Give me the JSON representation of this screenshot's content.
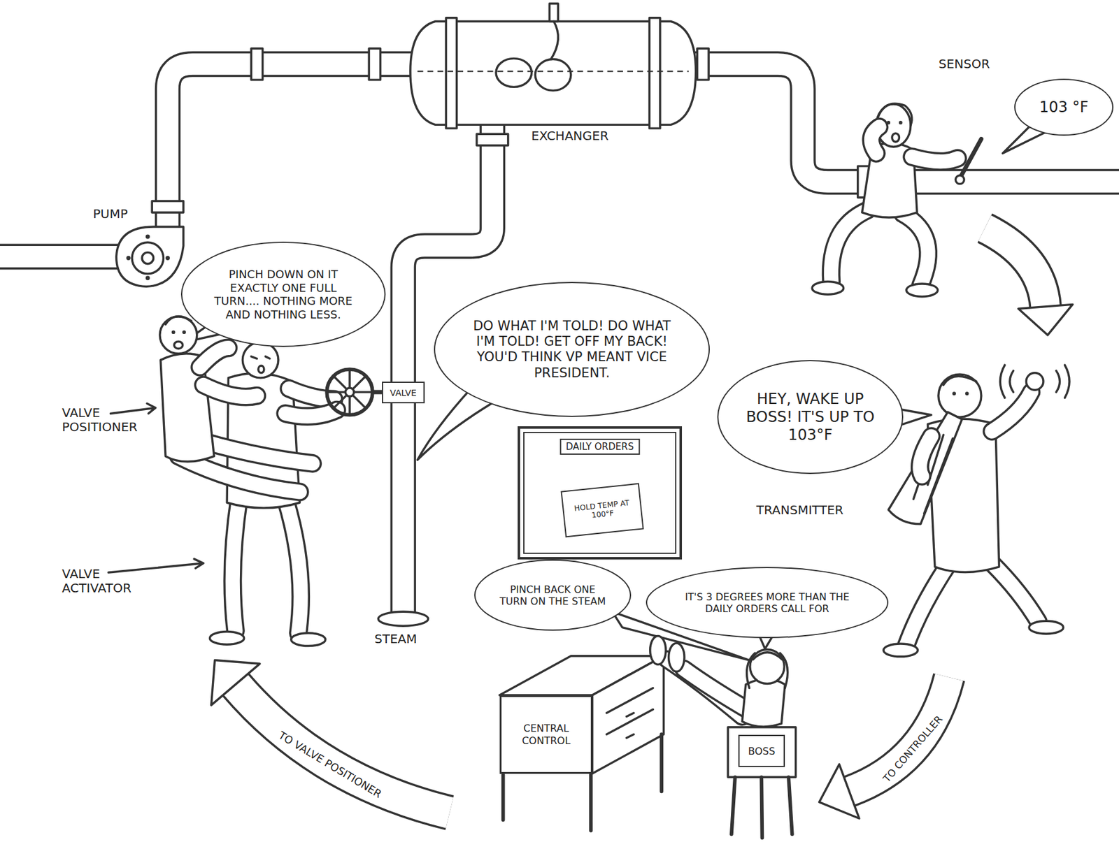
{
  "diagram": {
    "nodes": [
      {
        "text": [
          "103 °F"
        ]
      },
      {
        "text": [
          "PINCH DOWN ON IT EXACTLY ONE FULL TURN.... NOTHING MORE AND NOTHING LESS."
        ]
      },
      {
        "text": [
          "VALVE"
        ]
      },
      {
        "text": [
          "DO WHAT I'M TOLD! DO WHAT I'M TOLD! GET OFF MY BACK! YOU'D THINK VP MEANT VICE PRESIDENT."
        ]
      },
      {
        "text": [
          "HEY, WAKE UP BOSS! IT'S UP TO 103°F"
        ]
      },
      {
        "text": [
          "DAILY ORDERS"
        ]
      },
      {
        "text": [
          "HOLD TEMP AT 100°F"
        ],
        "in": 5
      },
      {
        "text": [
          "PINCH BACK ONE TURN ON THE STEAM"
        ]
      },
      {
        "text": [
          "IT'S 3 DEGREES MORE THAN THE DAILY ORDERS CALL FOR"
        ]
      },
      {
        "text": [
          "CENTRAL CONTROL"
        ]
      },
      {
        "text": [
          "BOSS"
        ]
      }
    ],
    "labels": [
      "PUMP",
      "EXCHANGER",
      "SENSOR",
      "VALVE POSITIONER",
      "VALVE ACTIVATOR",
      "STEAM",
      "TRANSMITTER",
      "TO VALVE POSITIONER",
      "TO CONTROLLER"
    ]
  }
}
